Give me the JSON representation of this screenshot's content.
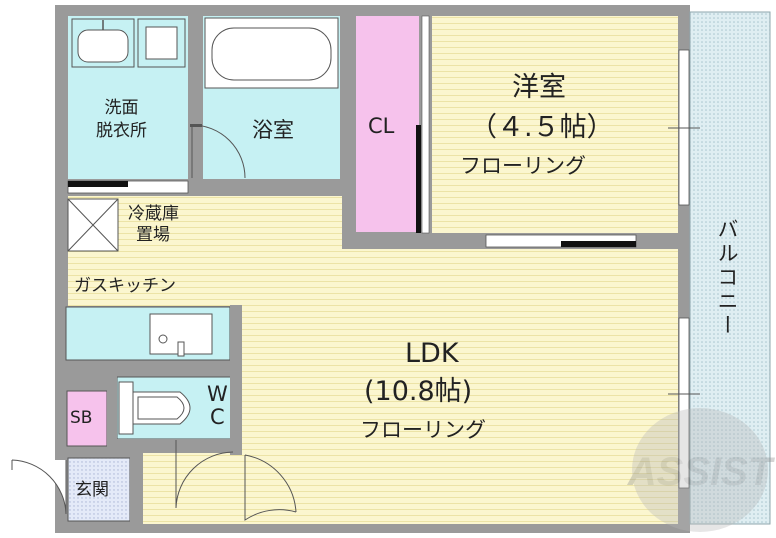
{
  "rooms": {
    "washroom": {
      "line1": "洗面",
      "line2": "脱衣所"
    },
    "bath": {
      "label": "浴室"
    },
    "closet": {
      "label": "CL"
    },
    "western": {
      "name": "洋室",
      "size": "（４.５帖）",
      "floor": "フローリング"
    },
    "fridge": {
      "line1": "冷蔵庫",
      "line2": "置場"
    },
    "kitchen": {
      "label": "ガスキッチン"
    },
    "ldk": {
      "name": "LDK",
      "size": "(10.8帖)",
      "floor": "フローリング"
    },
    "shoebox": {
      "label": "SB"
    },
    "toilet": {
      "line1": "W",
      "line2": "C"
    },
    "entrance": {
      "label": "玄関"
    },
    "balcony": {
      "label": "バルコニー"
    }
  },
  "watermark": {
    "text": "ASSIST"
  },
  "colors": {
    "wall": "#9a9a9a",
    "floor": "#fbf6cf",
    "water": "#c6f1f3",
    "closet": "#f6c2ec",
    "entrance": "#dfe6f7",
    "balcony": "#d9e9ee"
  }
}
